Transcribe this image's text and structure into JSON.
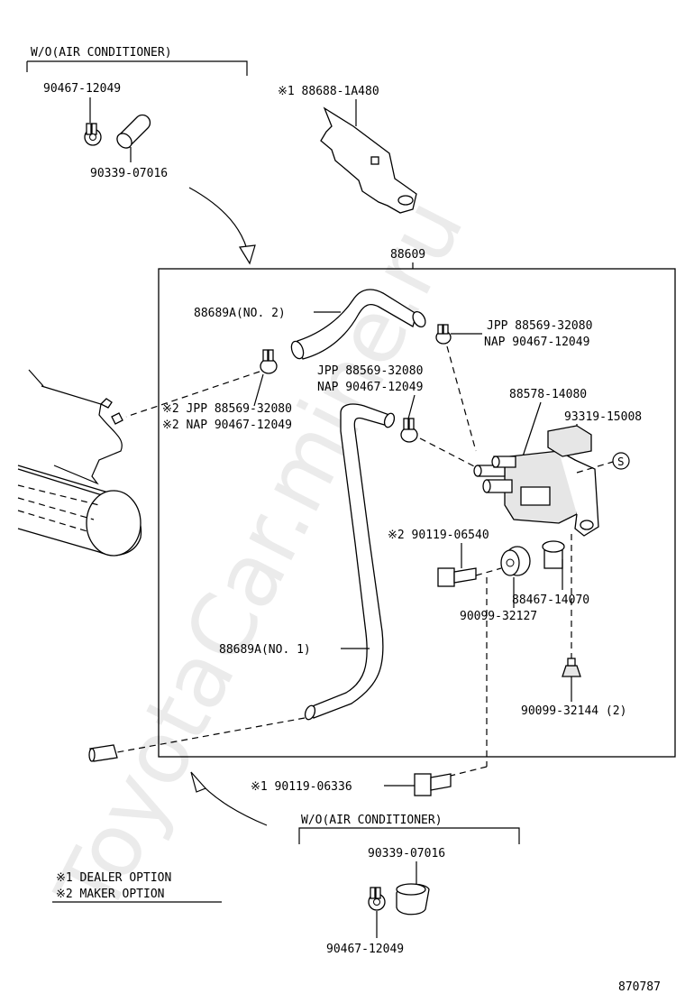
{
  "section_top": {
    "title": "W/O(AIR CONDITIONER)",
    "clamp": "90467-12049",
    "hose": "90339-07016"
  },
  "bracket_part": "※1 88688-1A480",
  "assembly": "88609",
  "hose_no2": "88689A(NO. 2)",
  "clamp_right": {
    "jpp": "JPP 88569-32080",
    "nap": "NAP 90467-12049"
  },
  "clamp_middle": {
    "jpp": "JPP 88569-32080",
    "nap": "NAP 90467-12049"
  },
  "clamp_left": {
    "jpp": "※2 JPP 88569-32080",
    "nap": "※2 NAP 90467-12049"
  },
  "vsv": "88578-14080",
  "filter": "93319-15008",
  "filter_symbol": "S",
  "bolt_upper": "※2 90119-06540",
  "grommet": "90099-32127",
  "collar": "88467-14070",
  "hose_no1": "88689A(NO. 1)",
  "clip": "90099-32144 (2)",
  "bolt_lower": "※1 90119-06336",
  "section_bottom": {
    "title": "W/O(AIR CONDITIONER)",
    "hose": "90339-07016",
    "clamp": "90467-12049"
  },
  "legend": {
    "dealer": "※1 DEALER OPTION",
    "maker": "※2 MAKER OPTION"
  },
  "figure_number": "870787",
  "watermark": "ToyotaCar.mine.ru"
}
